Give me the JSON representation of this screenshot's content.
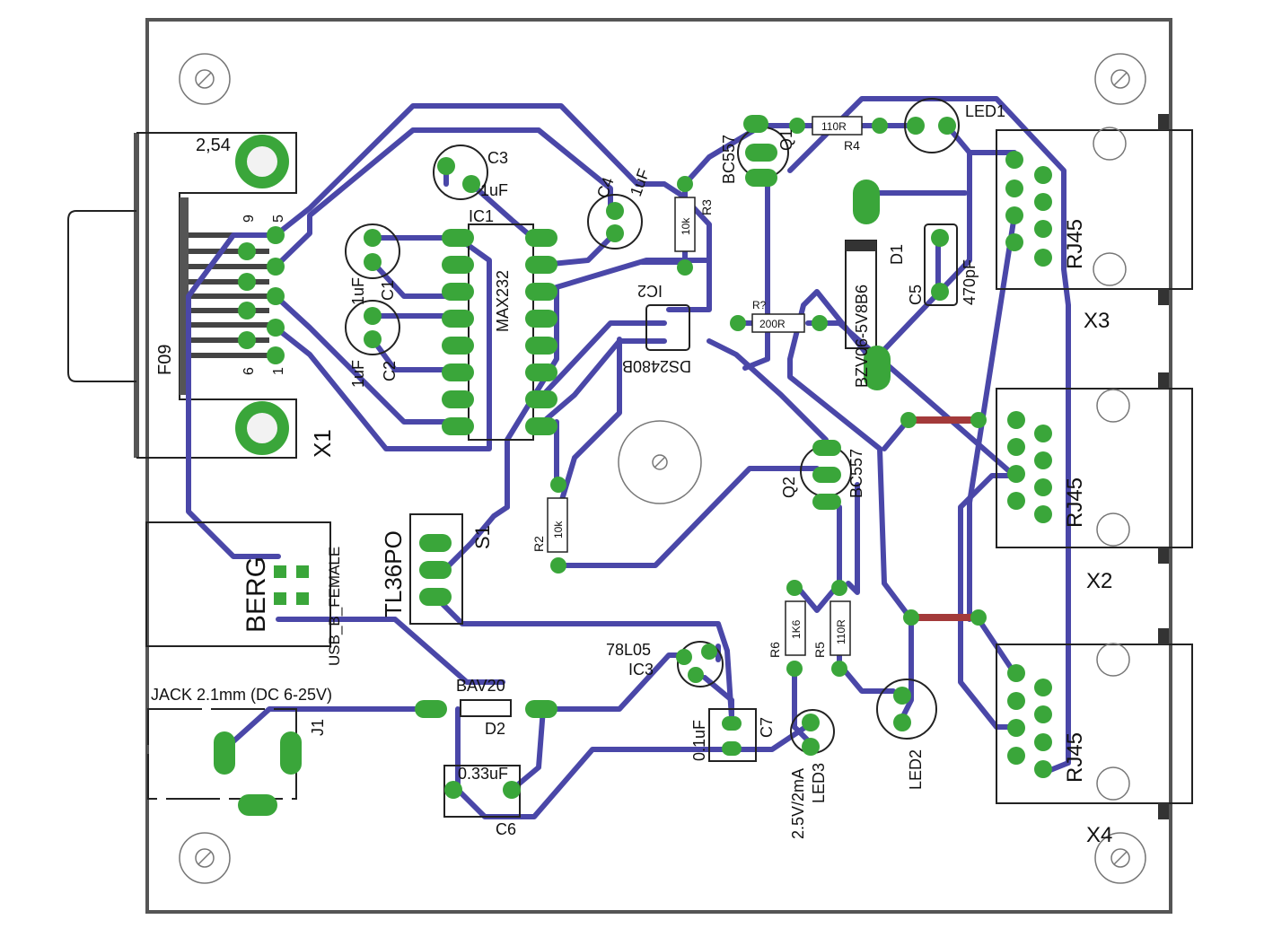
{
  "board": {
    "pcb_outline_color": "#555555",
    "trace_color": "#4a47a8",
    "pad_color": "#3aa63a",
    "jumper_color": "#a33a3a"
  },
  "labels": {
    "x1": "X1",
    "f09": "F09",
    "pitch": "2,54",
    "pin9": "9",
    "pin5": "5",
    "pin6": "6",
    "pin1": "1",
    "c3": "C3",
    "c3v": "1uF",
    "c4": "C4",
    "c4v": "1uF",
    "c1": "C1",
    "c1v": "1uF",
    "c2": "C2",
    "c2v": "1uF",
    "ic1": "IC1",
    "max232": "MAX232",
    "r3": "R3",
    "r3v": "10k",
    "ic2": "IC2",
    "ds": "DS2480B",
    "q1": "Q1",
    "bc557a": "BC557",
    "r4": "R4",
    "r4v": "110R",
    "led1": "LED1",
    "d1": "D1",
    "bzv": "BZV06-5V8B6",
    "c5": "C5",
    "c5v": "470pF",
    "r?": "R?",
    "r200": "200R",
    "x3": "X3",
    "x2": "X2",
    "x4": "X4",
    "rj1": "RJ45",
    "rj2": "RJ45",
    "rj3": "RJ45",
    "q2": "Q2",
    "bc557b": "BC557",
    "r2": "R2",
    "r2v": "10k",
    "tl": "TL36PO",
    "s1": "S1",
    "usb": "USB_B_FEMALE",
    "berg": "BERG",
    "r6": "R6",
    "r6v": "1K6",
    "r5": "R5",
    "r5v": "110R",
    "ic3": "IC3",
    "reg": "78L05",
    "jack": "JACK 2.1mm (DC 6-25V)",
    "j1": "J1",
    "bav": "BAV20",
    "d2": "D2",
    "c7": "C7",
    "c7v": "0.1uF",
    "c6": "C6",
    "c6v": "0.33uF",
    "led3": "LED3",
    "led3v": "2.5V/2mA",
    "led2": "LED2"
  }
}
